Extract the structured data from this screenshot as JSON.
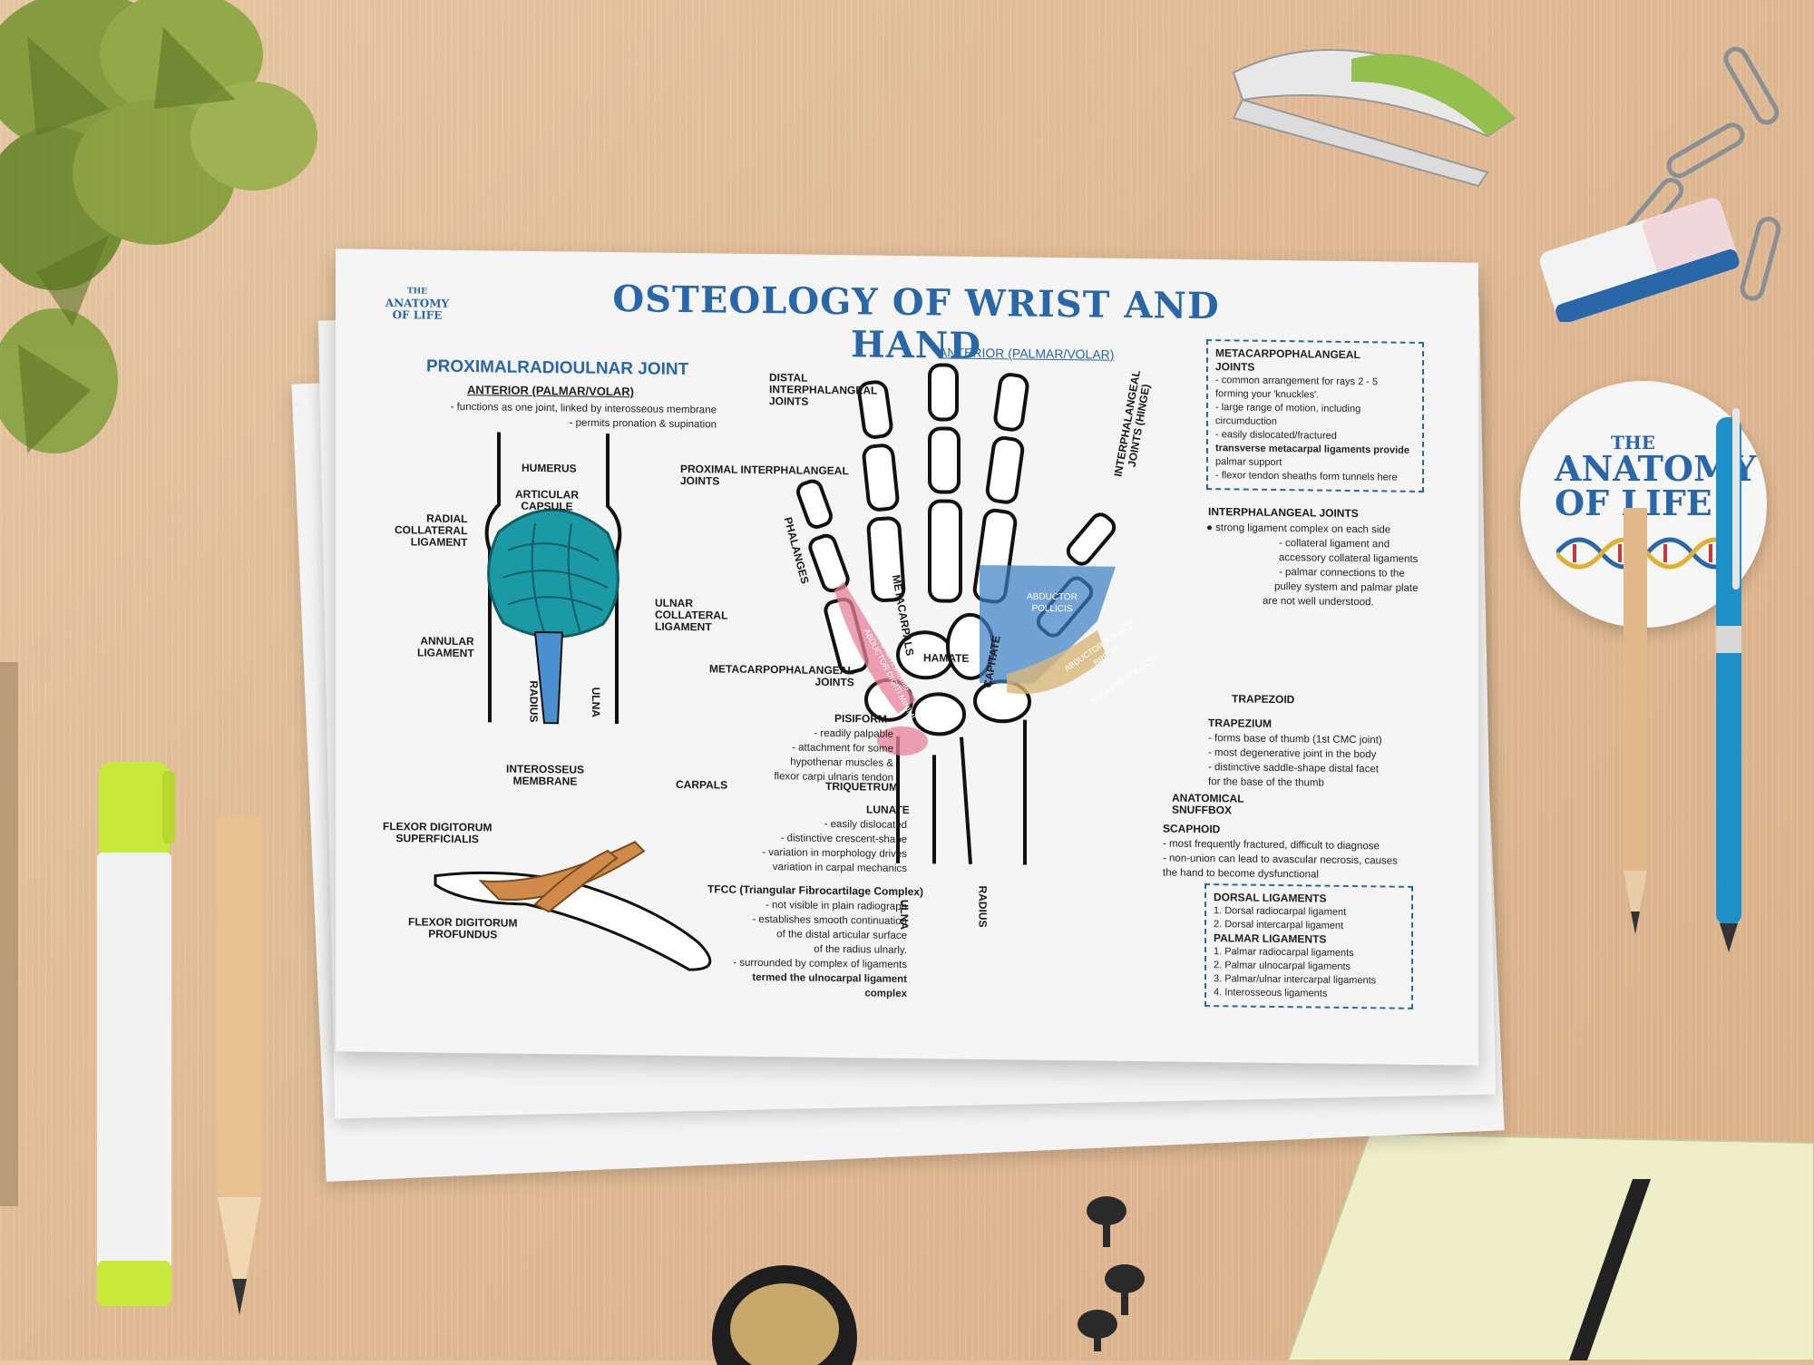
{
  "poster": {
    "title": "OSTEOLOGY OF WRIST AND HAND",
    "logo": [
      "THE",
      "ANATOMY",
      "OF LIFE"
    ],
    "left_section": {
      "title": "PROXIMALRADIOULNAR JOINT",
      "subtitle": "ANTERIOR (PALMAR/VOLAR)",
      "notes": [
        "- functions as one joint, linked by interosseous membrane",
        "- permits pronation & supination"
      ],
      "labels": {
        "humerus": "HUMERUS",
        "articular_capsule": "ARTICULAR\nCAPSULE",
        "radial_collateral": "RADIAL\nCOLLATERAL\nLIGAMENT",
        "ulnar_collateral": "ULNAR\nCOLLATERAL\nLIGAMENT",
        "annular": "ANNULAR\nLIGAMENT",
        "radius": "RADIUS",
        "ulna": "ULNA",
        "interosseus": "INTEROSSEUS\nMEMBRANE",
        "fds": "FLEXOR DIGITORUM\nSUPERFICIALIS",
        "fdp": "FLEXOR DIGITORUM\nPROFUNDUS"
      }
    },
    "hand_section": {
      "title": "ANTERIOR (PALMAR/VOLAR)",
      "labels": {
        "dip": "DISTAL\nINTERPHALANGEAL\nJOINTS",
        "pip": "PROXIMAL INTERPHALANGEAL\nJOINTS",
        "ip_hinge": "INTERPHALANGEAL\nJOINTS (HINGE)",
        "phalanges": "PHALANGES",
        "metacarpals": "METACARPALS",
        "mcp": "METACARPOPHALANGEAL\nJOINTS",
        "pisiform": "PISIFORM",
        "carpals": "CARPALS",
        "triquetrum": "TRIQUETRUM",
        "lunate": "LUNATE",
        "tfcc": "TFCC (Triangular Fibrocartilage Complex)",
        "hamate": "HAMATE",
        "capitate": "CAPITATE",
        "ulna": "ULNA",
        "radius": "RADIUS",
        "trapezoid": "TRAPEZOID",
        "trapezium": "TRAPEZIUM",
        "snuffbox": "ANATOMICAL\nSNUFFBOX",
        "scaphoid": "SCAPHOID",
        "abductor_pollicis": "ABDUCTOR\nPOLLICIS",
        "apb": "ABDUCTOR POLLICIS\nBREVIS",
        "opponens": "OPPONENS POLLICIS",
        "fdm": "FLEXOR DIGITI MINIMI",
        "adm": "ABDUCTOR DIGITI MINIMI"
      },
      "pisiform_notes": [
        "- readily palpable",
        "- attachment for some",
        "hypothenar muscles &",
        "flexor carpi ulnaris tendon"
      ],
      "lunate_notes": [
        "- easily dislocated",
        "- distinctive crescent-shape",
        "- variation in morphology drives",
        "variation in carpal mechanics"
      ],
      "tfcc_notes": [
        "- not visible in plain radiograph",
        "- establishes smooth continuation",
        "of the distal articular surface",
        "of the radius ulnarly.",
        "- surrounded by complex of ligaments",
        "termed the ulnocarpal ligament",
        "complex"
      ],
      "trapezium_notes": [
        "- forms base of thumb (1st CMC joint)",
        "- most degenerative joint in the body",
        "- distinctive  saddle-shape distal facet",
        "for the base of the thumb"
      ],
      "scaphoid_notes": [
        "- most frequently fractured, difficult to diagnose",
        "- non-union can lead to avascular necrosis, causes",
        "the hand to become dysfunctional"
      ]
    },
    "mcp_box": {
      "title": "METACARPOPHALANGEAL\nJOINTS",
      "lines": [
        "- common arrangement for rays 2 - 5",
        "forming your 'knuckles'.",
        "- large range of motion, including",
        "circumduction",
        "- easily dislocated/fractured",
        "transverse metacarpal ligaments provide",
        "palmar support",
        "- flexor tendon sheaths form tunnels here"
      ]
    },
    "ip_joints": {
      "title": "INTERPHALANGEAL JOINTS",
      "lines": [
        "● strong ligament complex on each side",
        "- collateral ligament and",
        "accessory collateral ligaments",
        "- palmar connections to the",
        "pulley system and palmar plate",
        "are not well understood."
      ]
    },
    "ligaments_box": {
      "dorsal_title": "DORSAL LIGAMENTS",
      "dorsal": [
        "1. Dorsal radiocarpal ligament",
        "2. Dorsal intercarpal ligament"
      ],
      "palmar_title": "PALMAR LIGAMENTS",
      "palmar": [
        "1. Palmar radiocarpal ligaments",
        "2. Palmar ulnocarpal ligaments",
        "3. Palmar/ulnar intercarpal ligaments",
        "4. Interosseous ligaments"
      ]
    }
  },
  "sticker": {
    "line1": "THE",
    "line2": "ANATOMY\nOF LIFE"
  },
  "colors": {
    "accent": "#2a67a8",
    "ligament_teal": "#1b9aa5",
    "muscle_pink": "#e8809a",
    "muscle_blue": "#3b7fc4",
    "muscle_tan": "#d9b87a",
    "tendon_orange": "#d08a4a"
  }
}
